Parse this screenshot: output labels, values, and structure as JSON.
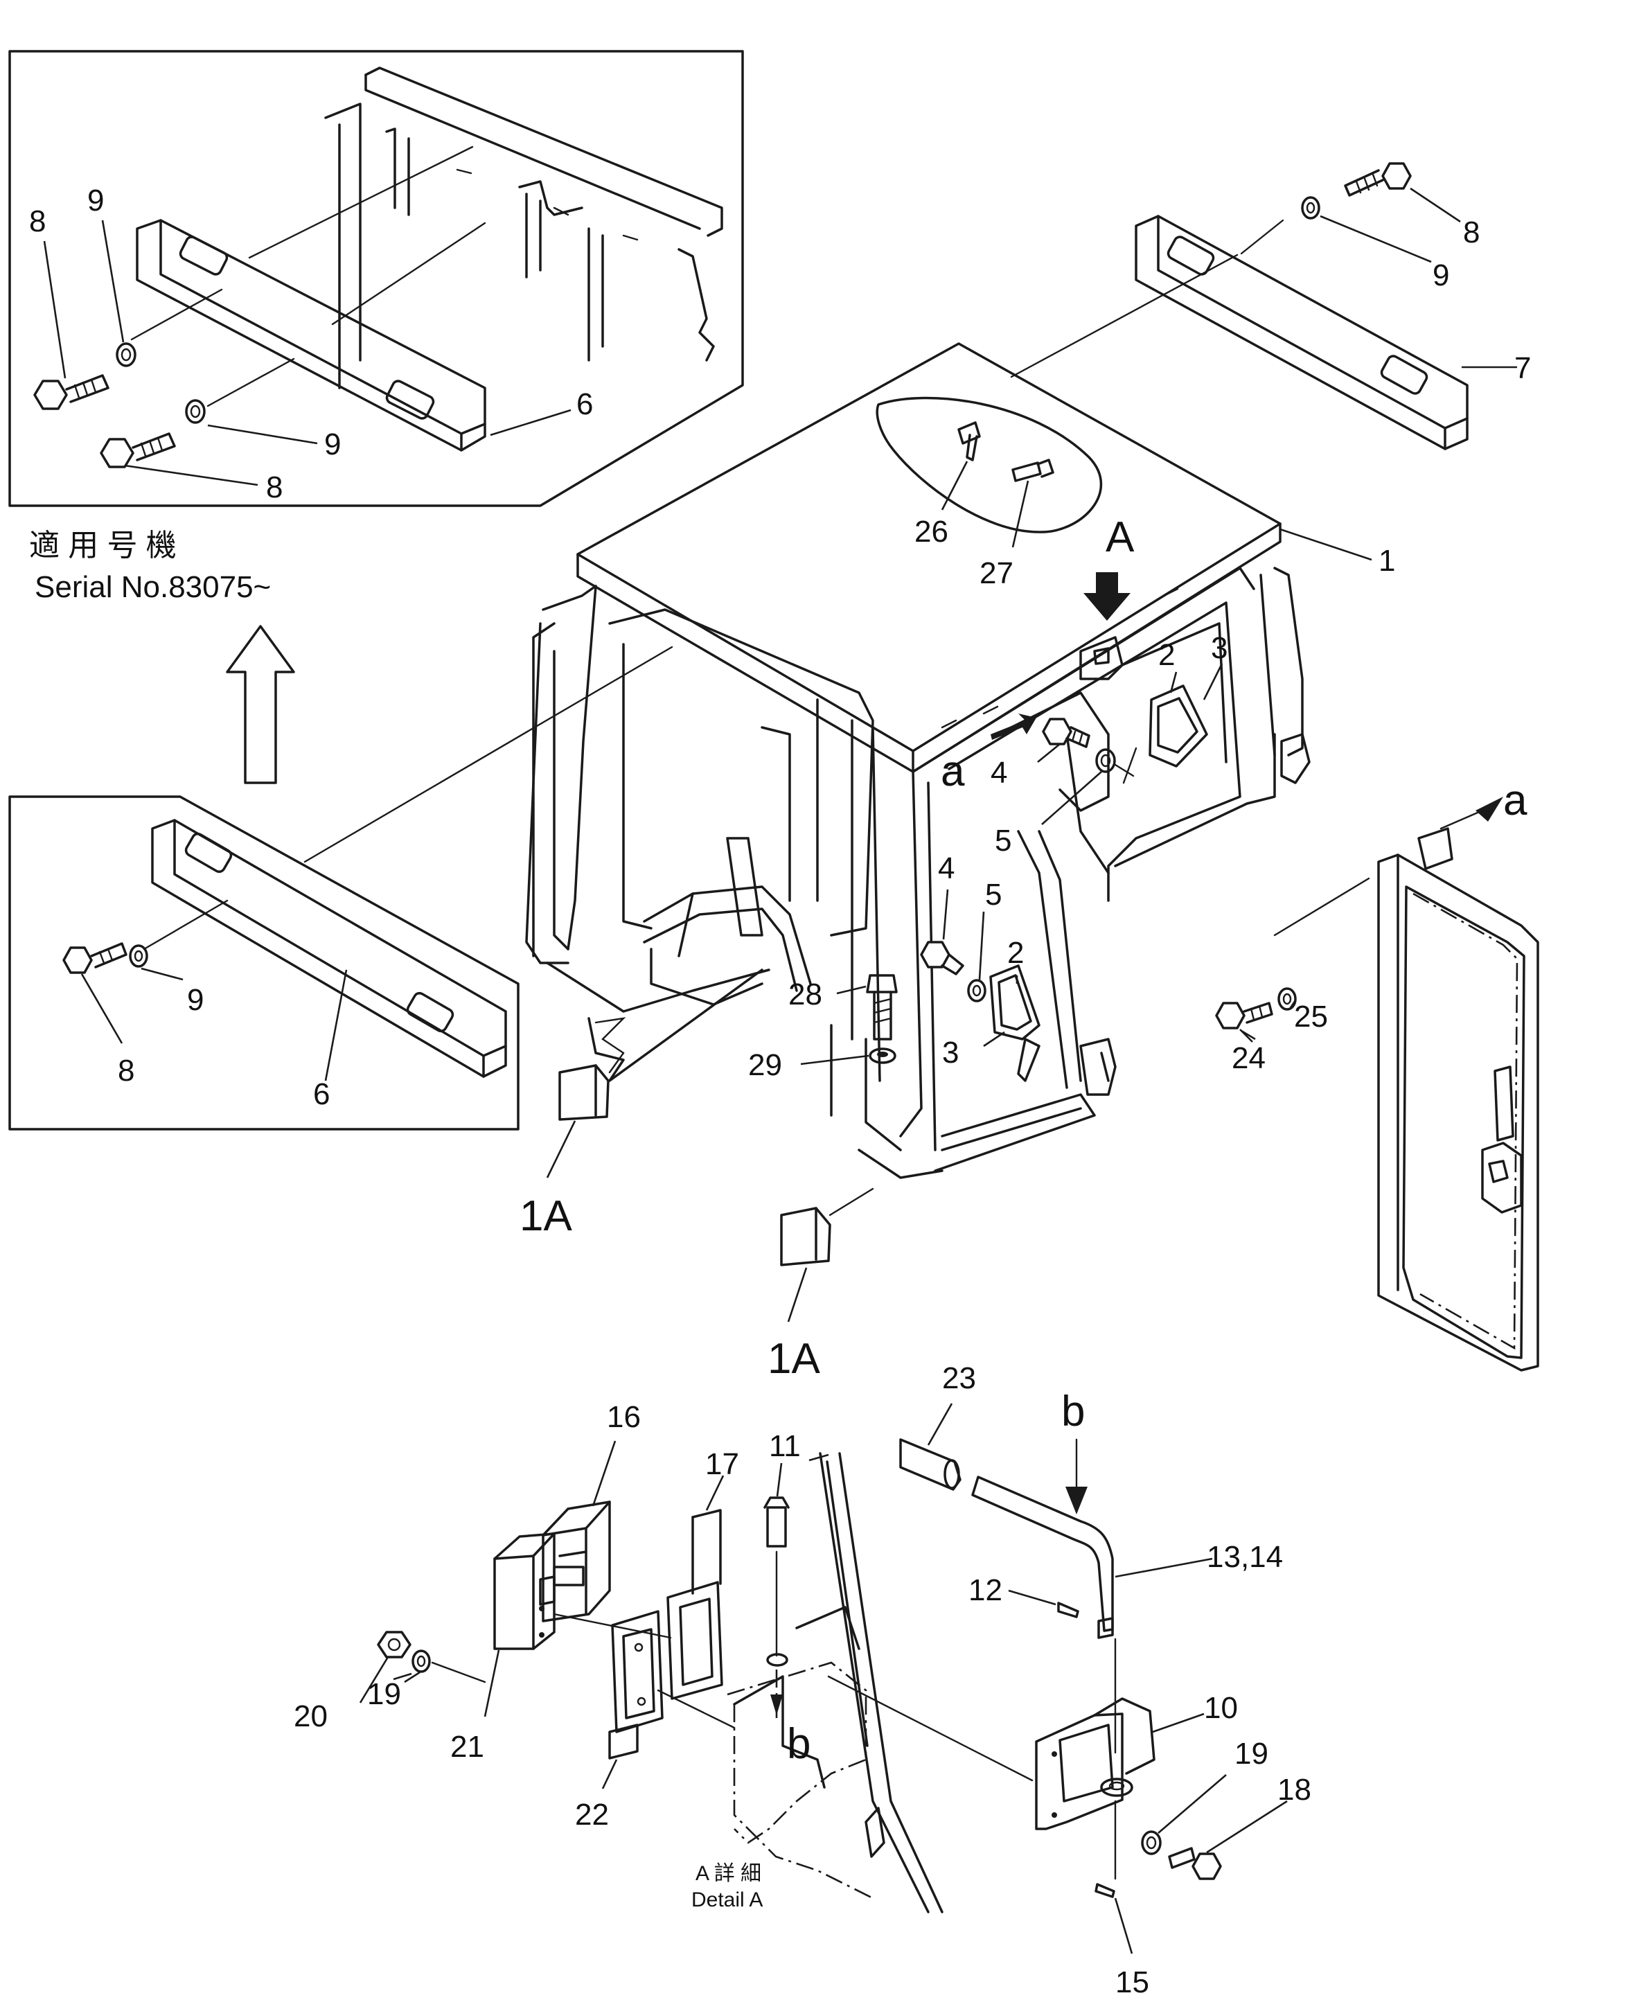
{
  "serial": {
    "jp": "適 用 号 機",
    "en": "Serial No.83075~"
  },
  "detail": {
    "jp": "A 詳 細",
    "en": "Detail A"
  },
  "view_letters": {
    "A": "A",
    "a_top": "a",
    "a_right": "a",
    "b_top": "b",
    "b_detail": "b"
  },
  "callouts": {
    "p1": "1",
    "p1A_left": "1A",
    "p1A_right": "1A",
    "p2_top": "2",
    "p2_mid": "2",
    "p3_top": "3",
    "p3_mid": "3",
    "p4_top": "4",
    "p4_mid": "4",
    "p5_top": "5",
    "p5_mid": "5",
    "p6_inset1": "6",
    "p6_inset2": "6",
    "p7": "7",
    "p8_top": "8",
    "p8_inset1a": "8",
    "p8_inset1b": "8",
    "p8_inset2": "8",
    "p9_top": "9",
    "p9_inset1a": "9",
    "p9_inset1b": "9",
    "p9_inset2": "9",
    "p10": "10",
    "p11": "11",
    "p12": "12",
    "p13_14": "13,14",
    "p15": "15",
    "p16": "16",
    "p17": "17",
    "p18": "18",
    "p19_left": "19",
    "p19_right": "19",
    "p20": "20",
    "p21": "21",
    "p22": "22",
    "p23": "23",
    "p24": "24",
    "p25": "25",
    "p26": "26",
    "p27": "27",
    "p28": "28",
    "p29": "29"
  }
}
